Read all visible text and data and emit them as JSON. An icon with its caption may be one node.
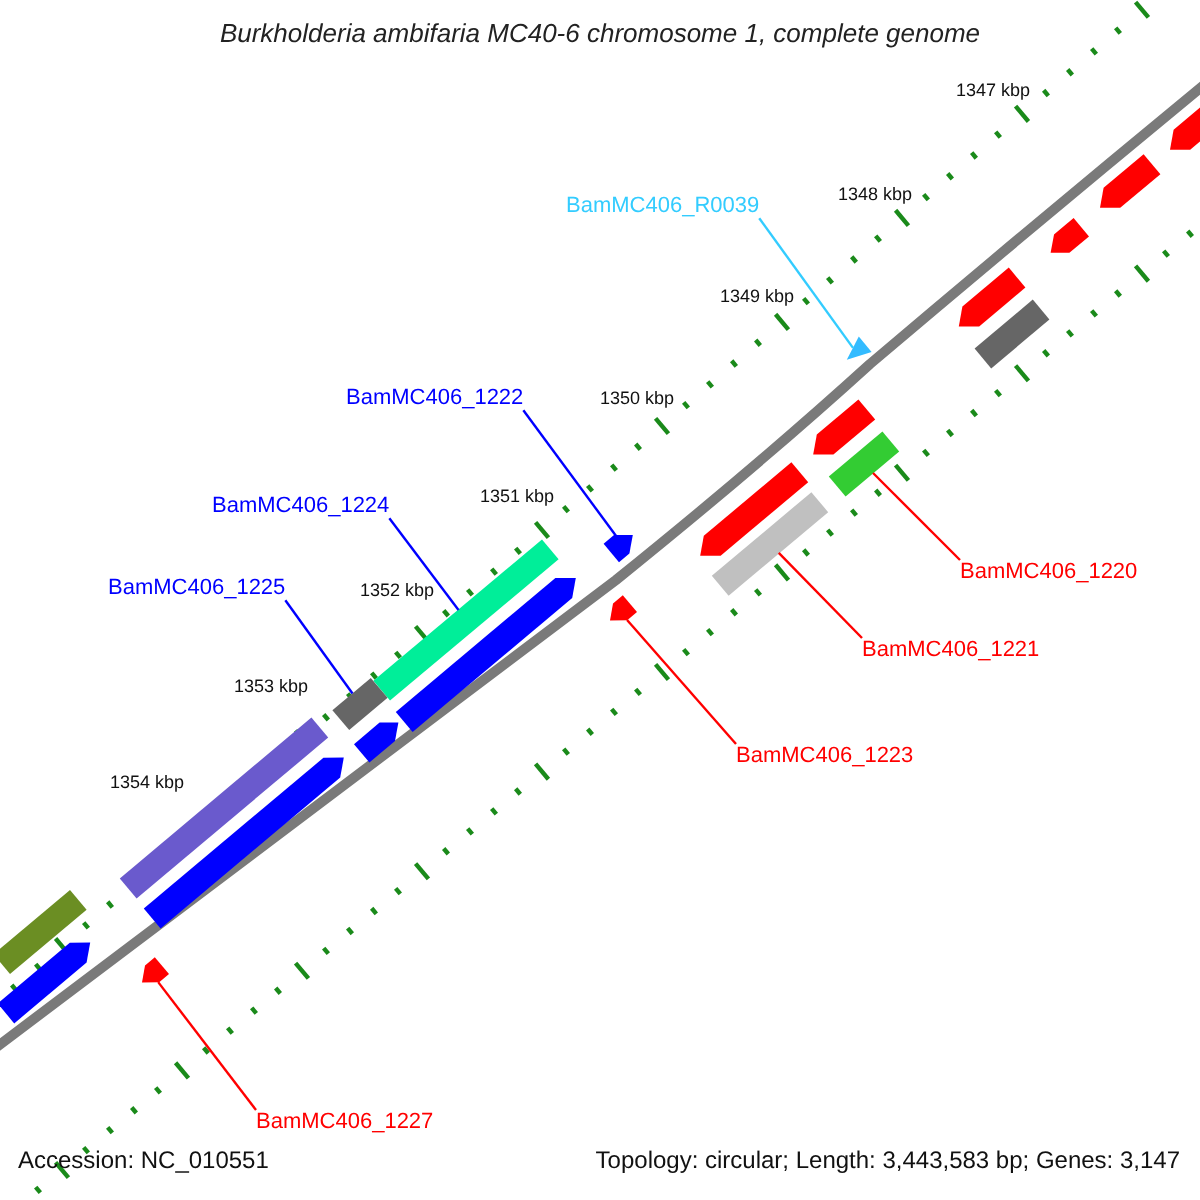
{
  "diagram": {
    "title": "Burkholderia ambifaria MC40-6 chromosome 1, complete genome",
    "nodes": [
      {
        "text": [
          "BamMC406_R0039"
        ]
      },
      {
        "text": [
          "BamMC406_1222"
        ]
      },
      {
        "text": [
          "BamMC406_1224"
        ]
      },
      {
        "text": [
          "BamMC406_1220"
        ]
      },
      {
        "text": [
          "BamMC406_1225"
        ]
      },
      {
        "text": [
          "BamMC406_1221"
        ]
      },
      {
        "text": [
          "BamMC406_1223"
        ]
      },
      {
        "text": [
          "BamMC406_1227"
        ]
      },
      {
        "text": [],
        "shape": "arrow"
      },
      {
        "text": [],
        "shape": "arrow"
      },
      {
        "text": [],
        "shape": "arrow"
      },
      {
        "text": [],
        "shape": "arrow"
      },
      {
        "text": [],
        "shape": "bar"
      },
      {
        "text": [],
        "shape": "triangle"
      },
      {
        "text": [],
        "shape": "arrow"
      },
      {
        "text": [],
        "shape": "bar"
      },
      {
        "text": [],
        "shape": "arrow"
      },
      {
        "text": [],
        "shape": "bar"
      },
      {
        "text": [],
        "shape": "arrow"
      },
      {
        "text": [],
        "shape": "arrow"
      },
      {
        "text": [],
        "shape": "bar"
      },
      {
        "text": [],
        "shape": "arrow"
      },
      {
        "text": [],
        "shape": "bar"
      },
      {
        "text": [],
        "shape": "arrow"
      },
      {
        "text": [],
        "shape": "bar"
      },
      {
        "text": [],
        "shape": "arrow"
      },
      {
        "text": [],
        "shape": "bar"
      },
      {
        "text": [],
        "shape": "arrow"
      },
      {
        "text": [],
        "shape": "arrow"
      }
    ],
    "edges": [
      {
        "from": 0,
        "to": 13,
        "arrow": "none",
        "color": "#33ccff"
      },
      {
        "from": 1,
        "to": 18,
        "arrow": "none",
        "color": "#0000ff"
      },
      {
        "from": 2,
        "to": 20,
        "arrow": "none",
        "color": "#0000ff"
      },
      {
        "from": 3,
        "to": 15,
        "arrow": "none",
        "color": "#ff0000"
      },
      {
        "from": 4,
        "to": 22,
        "arrow": "none",
        "color": "#0000ff"
      },
      {
        "from": 5,
        "to": 17,
        "arrow": "none",
        "color": "#ff0000"
      },
      {
        "from": 6,
        "to": 19,
        "arrow": "none",
        "color": "#ff0000"
      },
      {
        "from": 7,
        "to": 27,
        "arrow": "none",
        "color": "#ff0000"
      }
    ],
    "labels": [
      "1347 kbp",
      "1348 kbp",
      "1349 kbp",
      "1350 kbp",
      "1351 kbp",
      "1352 kbp",
      "1353 kbp",
      "1354 kbp",
      "Accession: NC_010551",
      "Topology: circular; Length: 3,443,583 bp; Genes: 3,147"
    ]
  }
}
